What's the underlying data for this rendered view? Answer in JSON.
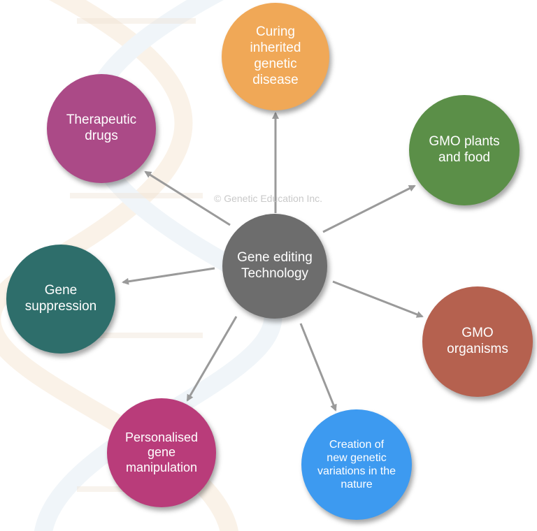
{
  "colors": {
    "center": "#6d6d6d",
    "curing": "#f0a857",
    "gmo_plants": "#5b8f48",
    "gmo_organisms": "#b5614f",
    "creation": "#3d9af0",
    "personalised": "#b93c7a",
    "suppression": "#2e6e6b",
    "therapeutic": "#ab4a87",
    "arrow": "#9a9a9a"
  },
  "watermark": "© Genetic Education Inc.",
  "center": {
    "label": "Gene editing\nTechnology"
  },
  "nodes": {
    "curing": "Curing\ninherited\ngenetic\ndisease",
    "gmo_plants": "GMO plants\nand food",
    "gmo_organisms": "GMO\norganisms",
    "creation": "Creation of\nnew genetic\nvariations in the\nnature",
    "personalised": "Personalised\ngene\nmanipulation",
    "suppression": "Gene\nsuppression",
    "therapeutic": "Therapeutic\ndrugs"
  }
}
